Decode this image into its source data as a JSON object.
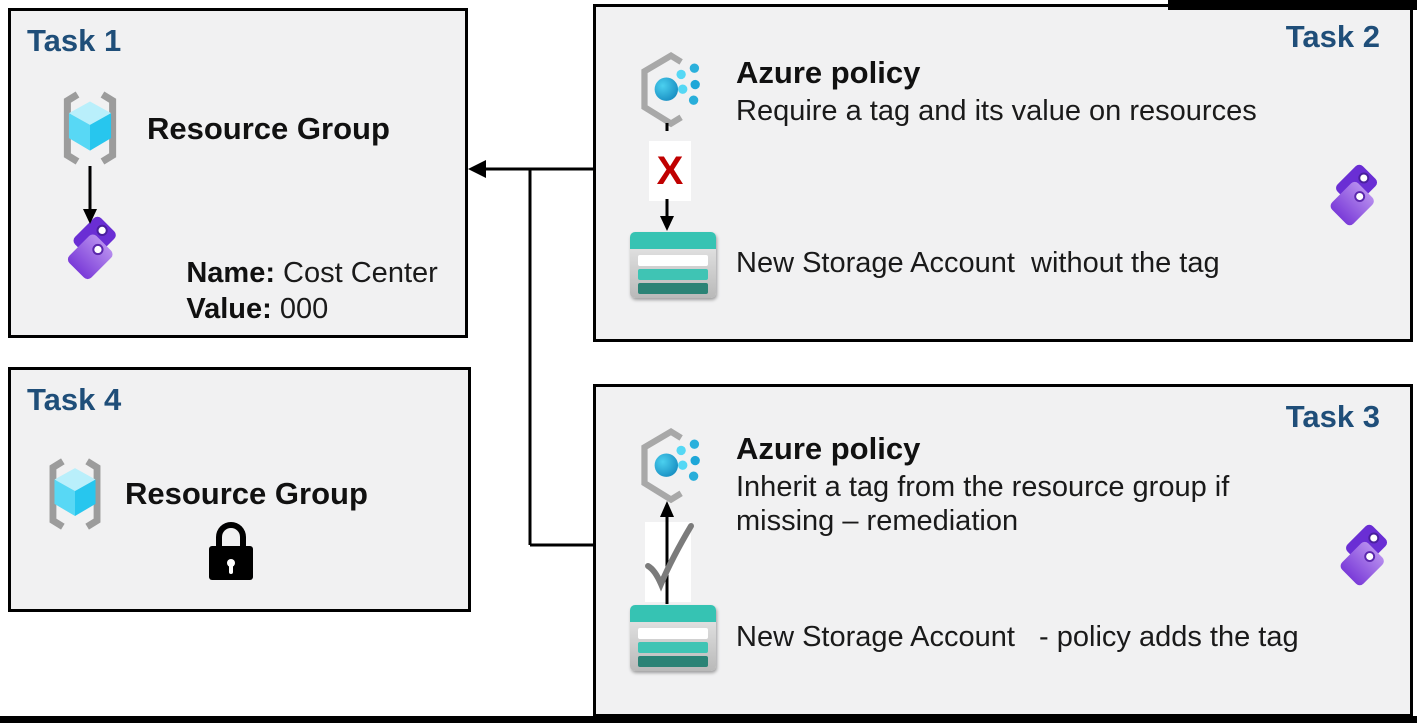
{
  "palette": {
    "box_fill": "#f1f1f2",
    "box_border": "#000000",
    "title_navy": "#1f4e79",
    "reject_red": "#c00000",
    "tag_purple_dark": "#6a2ed4",
    "tag_purple_light": "#b68cee",
    "storage_teal": "#36c3b3",
    "storage_teal_dark": "#2b8376",
    "policy_dot_blue": "#2bb0dc",
    "cube_cyan": "#27c6ee",
    "check_gray": "#7b7b7b"
  },
  "task1": {
    "title": "Task 1",
    "resource_group_label": "Resource Group",
    "tag_name_label": "Name:",
    "tag_name_value": " Cost Center",
    "tag_value_label": "Value:",
    "tag_value_value": " 000"
  },
  "task2": {
    "title": "Task 2",
    "policy_title": "Azure policy",
    "policy_description": "Require a tag and its value on resources",
    "reject_mark": "X",
    "storage_label": "New Storage Account  without the tag"
  },
  "task3": {
    "title": "Task 3",
    "policy_title": "Azure policy",
    "policy_description_line1": "Inherit a tag from the resource group if",
    "policy_description_line2": "missing – remediation",
    "storage_label": "New Storage Account   - policy adds the tag"
  },
  "task4": {
    "title": "Task 4",
    "resource_group_label": "Resource Group"
  }
}
